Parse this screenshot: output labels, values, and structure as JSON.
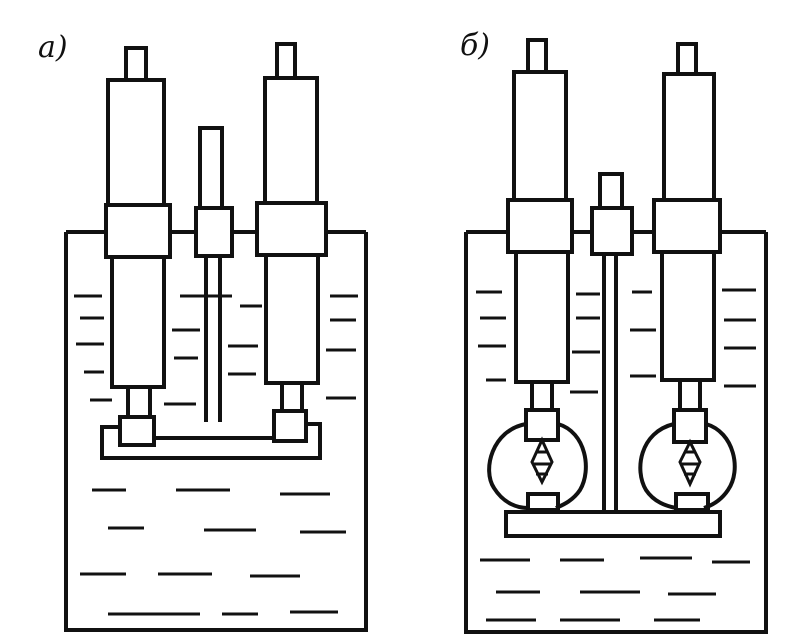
{
  "panels": [
    {
      "id": "a",
      "label": "а)"
    },
    {
      "id": "b",
      "label": "б)"
    }
  ],
  "colors": {
    "ink": "#111111",
    "paper": "#ffffff"
  }
}
